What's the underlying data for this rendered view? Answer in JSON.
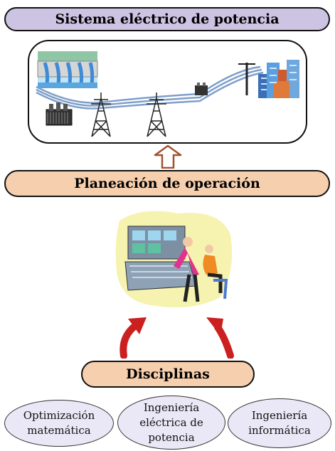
{
  "header": {
    "title": "Sistema eléctrico de potencia"
  },
  "middle": {
    "title": "Planeación de operación"
  },
  "bottom": {
    "title": "Disciplinas"
  },
  "disciplines": [
    {
      "label": "Optimización\nmatemática"
    },
    {
      "label": "Ingeniería\neléctrica de\npotencia"
    },
    {
      "label": "Ingeniería\ninformática"
    }
  ],
  "colors": {
    "title_fill": "#cdc3e3",
    "pill_fill": "#f6cfae",
    "ellipse_fill": "#eae8f6",
    "up_arrow": "#a0522d",
    "red_arrows": "#cc1f1f"
  },
  "icons": [
    "hydro-dam-icon",
    "transformer-icon",
    "transmission-tower-icon",
    "pole-transformer-icon",
    "city-buildings-icon",
    "control-room-operators-icon"
  ]
}
